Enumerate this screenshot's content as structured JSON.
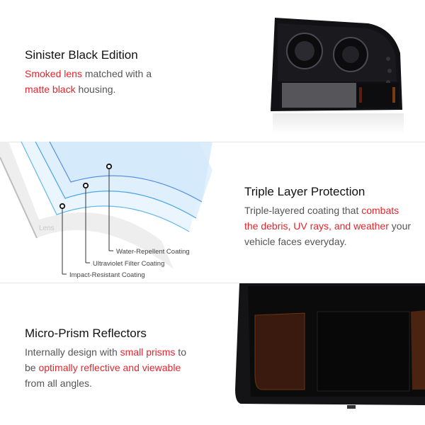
{
  "sections": [
    {
      "title": "Sinister Black Edition",
      "body": [
        [
          {
            "t": "Smoked lens",
            "red": true
          },
          {
            "t": " matched with a",
            "red": false
          }
        ],
        [
          {
            "t": "matte black",
            "red": true
          },
          {
            "t": " housing.",
            "red": false
          }
        ]
      ]
    },
    {
      "title": "Triple Layer Protection",
      "body": [
        [
          {
            "t": "Triple-layered coating that ",
            "red": false
          },
          {
            "t": "combats",
            "red": true
          }
        ],
        [
          {
            "t": "the debris, UV rays, and weather",
            "red": true
          },
          {
            "t": " your",
            "red": false
          }
        ],
        [
          {
            "t": "vehicle faces everyday.",
            "red": false
          }
        ]
      ],
      "diagram": {
        "lens_label": "Lens",
        "layers": [
          "Water-Repellent Coating",
          "Ultraviolet Filter Coating",
          "Impact-Resistant Coating"
        ]
      }
    },
    {
      "title": "Micro-Prism Reflectors",
      "body": [
        [
          {
            "t": "Internally design with ",
            "red": false
          },
          {
            "t": "small prisms",
            "red": true
          },
          {
            "t": " to",
            "red": false
          }
        ],
        [
          {
            "t": "be ",
            "red": false
          },
          {
            "t": "optimally reflective and viewable",
            "red": true
          }
        ],
        [
          {
            "t": "from all angles.",
            "red": false
          }
        ]
      ]
    }
  ],
  "colors": {
    "accent_red": "#e3262d",
    "body_gray": "#555555",
    "coating_blue": "#5aa9e6"
  }
}
